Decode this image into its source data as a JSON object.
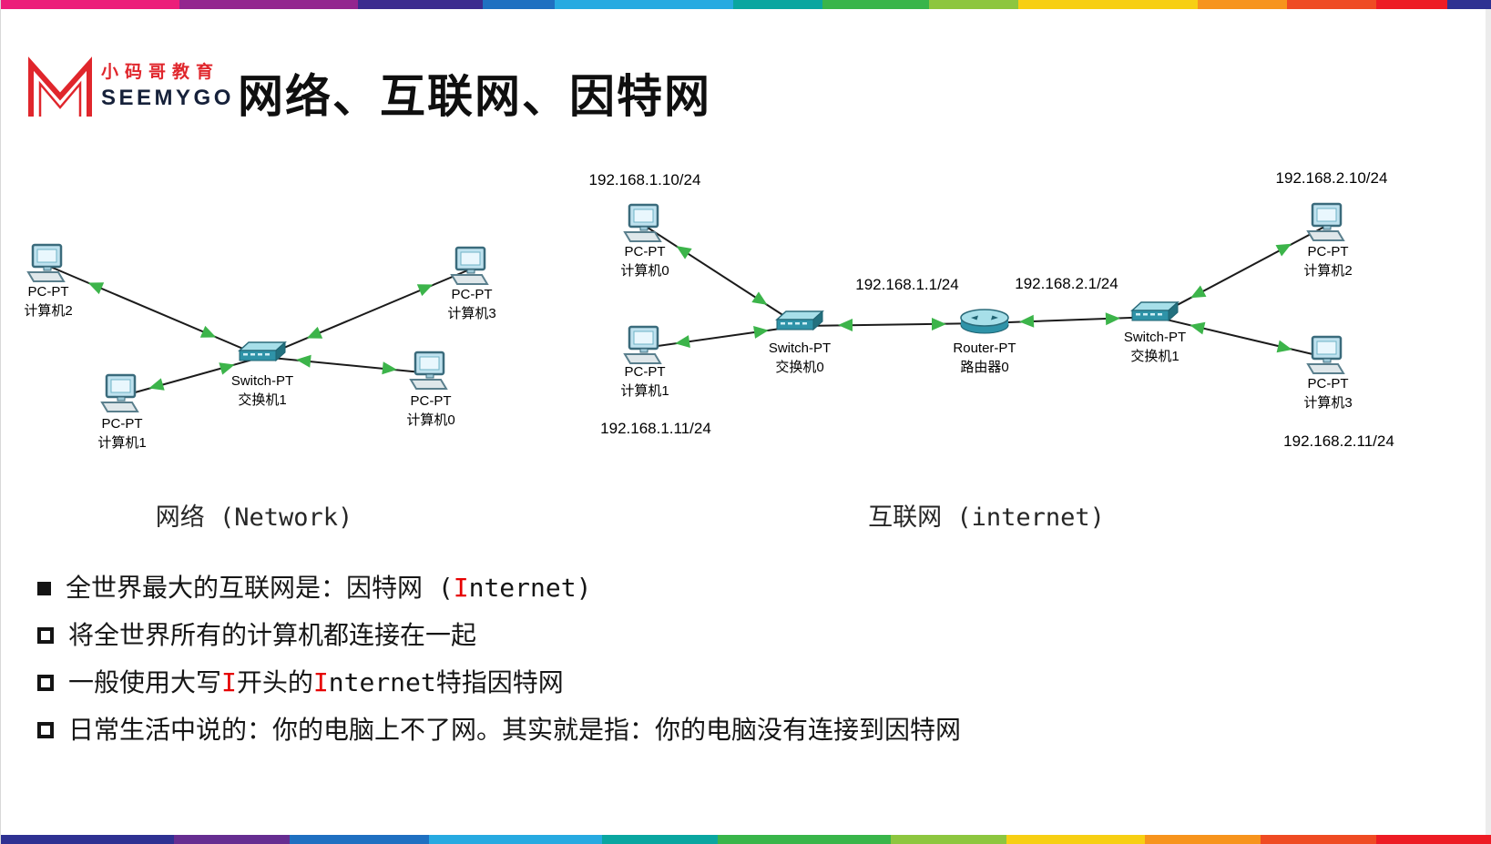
{
  "colors": {
    "brand_red": "#e0262c",
    "bullet_highlight_red": "#e60000",
    "link_line": "#1b1b1b",
    "link_up_green": "#3cb44a",
    "device_teal_light": "#a7dfe9",
    "device_teal_dark": "#2f93a8"
  },
  "header": {
    "logo_zh": "小码哥教育",
    "logo_en": "SEEMYGO",
    "title": "网络、互联网、因特网"
  },
  "network_diagram": {
    "caption_zh": "网络",
    "caption_en": " (Network)",
    "devices": {
      "switch1": {
        "model": "Switch-PT",
        "name": "交换机1"
      },
      "pc0": {
        "model": "PC-PT",
        "name": "计算机0"
      },
      "pc1": {
        "model": "PC-PT",
        "name": "计算机1"
      },
      "pc2": {
        "model": "PC-PT",
        "name": "计算机2"
      },
      "pc3": {
        "model": "PC-PT",
        "name": "计算机3"
      }
    }
  },
  "internet_diagram": {
    "caption_zh": "互联网",
    "caption_en": " (internet)",
    "devices": {
      "pc0": {
        "model": "PC-PT",
        "name": "计算机0",
        "ip": "192.168.1.10/24"
      },
      "pc1": {
        "model": "PC-PT",
        "name": "计算机1",
        "ip": "192.168.1.11/24"
      },
      "switch0": {
        "model": "Switch-PT",
        "name": "交换机0"
      },
      "router0": {
        "model": "Router-PT",
        "name": "路由器0",
        "ip_left": "192.168.1.1/24",
        "ip_right": "192.168.2.1/24"
      },
      "switch1": {
        "model": "Switch-PT",
        "name": "交换机1"
      },
      "pc2": {
        "model": "PC-PT",
        "name": "计算机2",
        "ip": "192.168.2.10/24"
      },
      "pc3": {
        "model": "PC-PT",
        "name": "计算机3",
        "ip": "192.168.2.11/24"
      }
    }
  },
  "bullets": [
    {
      "marker": "filled",
      "segments": [
        {
          "text": "全世界最大的互联网是：因特网"
        },
        {
          "text": " ("
        },
        {
          "text": "I"
        },
        {
          "text": "nternet)"
        }
      ]
    },
    {
      "marker": "hollow",
      "segments": [
        {
          "text": "将全世界所有的计算机都连接在一起"
        }
      ]
    },
    {
      "marker": "hollow",
      "segments": [
        {
          "text": "一般使用大写"
        },
        {
          "text": "I"
        },
        {
          "text": "开头的"
        },
        {
          "text": "I"
        },
        {
          "text": "nternet"
        },
        {
          "text": "特指因特网"
        }
      ]
    },
    {
      "marker": "hollow",
      "segments": [
        {
          "text": "日常生活中说的：你的电脑上不了网。其实就是指：你的电脑没有连接到因特网"
        }
      ]
    }
  ]
}
